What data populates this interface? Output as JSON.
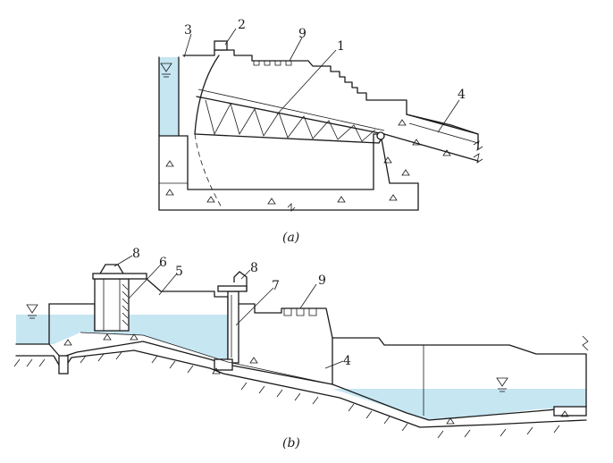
{
  "figure_a": {
    "caption": "(a)",
    "labels": [
      "1",
      "2",
      "3",
      "4",
      "9"
    ]
  },
  "figure_b": {
    "caption": "(b)",
    "labels": [
      "4",
      "5",
      "6",
      "7",
      "8",
      "8",
      "9"
    ]
  },
  "colors": {
    "water": "#c6e6f2",
    "ink": "#1a1a1a"
  },
  "icons": [
    "water-level-triangle-icon"
  ]
}
